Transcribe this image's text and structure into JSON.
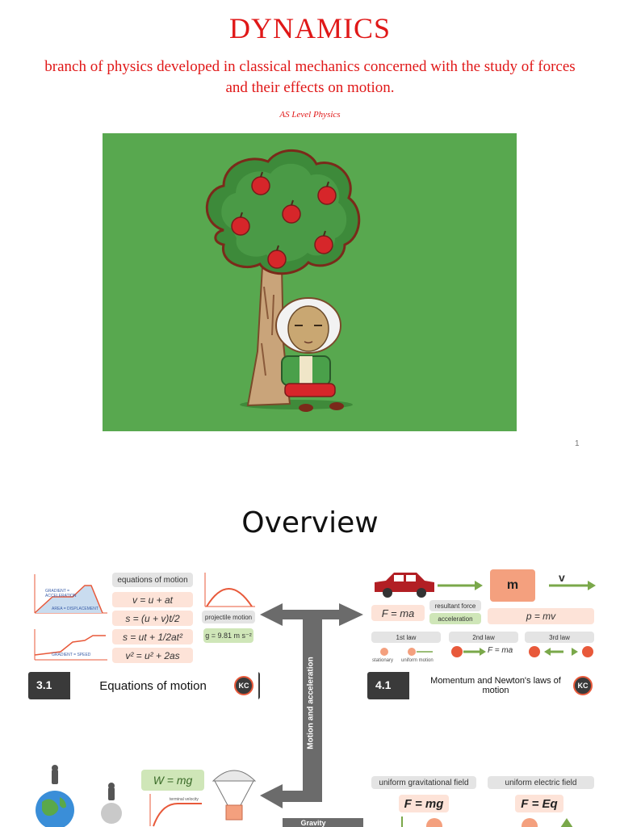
{
  "slide1": {
    "title": "DYNAMICS",
    "subtitle": "branch of physics developed in classical mechanics concerned with the study of forces and their effects on motion.",
    "course": "AS Level Physics",
    "page_number": "1",
    "hero_bg": "#58a84f"
  },
  "slide2": {
    "title": "Overview",
    "equations": {
      "header": "equations of motion",
      "eq1": "v = u + at",
      "eq2": "s = (u + v)t/2",
      "eq3": "s = ut + 1/2at²",
      "eq4": "v² = u² + 2as",
      "projectile": "projectile motion",
      "g_value": "g = 9.81 m s⁻²",
      "graph1_note": "GRADIENT = ACCELERATION",
      "graph1_area": "AREA = DISPLACEMENT",
      "graph2_note": "GRADIENT = SPEED"
    },
    "box31": {
      "number": "3.1",
      "label": "Equations of motion",
      "badge": "KC"
    },
    "box41": {
      "number": "4.1",
      "label": "Momentum and Newton's laws of motion",
      "badge": "KC"
    },
    "arrow_vertical_label": "Motion and acceleration",
    "arrow_bottom_label": "Gravity",
    "momentum": {
      "mass": "m",
      "velocity": "v",
      "fma": "F = ma",
      "resultant": "resultant force",
      "acceleration": "acceleration",
      "pmv": "p = mv",
      "law1": "1st law",
      "law2": "2nd law",
      "law3": "3rd law",
      "stationary": "stationary",
      "uniform_motion": "uniform motion",
      "fma2": "F = ma"
    },
    "gravity": {
      "wmg": "W = mg",
      "terminal": "terminal velocity",
      "grav_field": "uniform gravitational field",
      "elec_field": "uniform electric field",
      "fmg": "F = mg",
      "feq": "F = Eq"
    },
    "colors": {
      "accent_red": "#e01818",
      "peach": "#fde3d8",
      "green": "#cfe6b8",
      "dark": "#3a3a3a",
      "orange": "#e8593a"
    }
  }
}
